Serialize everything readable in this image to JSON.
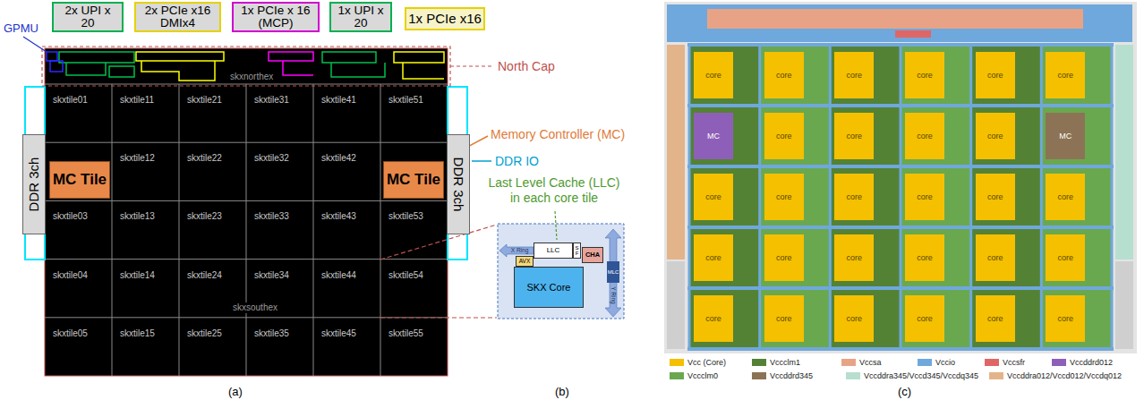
{
  "diagram": {
    "nodes": [
      {
        "text": [
          "2x UPI x 20"
        ]
      },
      {
        "text": [
          "2x PCIe x16 DMIx4"
        ]
      },
      {
        "text": [
          "1x PCIe x 16 (MCP)"
        ]
      },
      {
        "text": [
          "1x UPI x 20"
        ]
      },
      {
        "text": [
          "1x PCIe x16"
        ]
      },
      {
        "text": [
          "skxnorthex",
          "skxsouthex"
        ]
      },
      {
        "text": [
          "skxtile01"
        ],
        "in": 5
      },
      {
        "text": [
          "skxtile11"
        ],
        "in": 5
      },
      {
        "text": [
          "skxtile21"
        ],
        "in": 5
      },
      {
        "text": [
          "skxtile31"
        ],
        "in": 5
      },
      {
        "text": [
          "skxtile41"
        ],
        "in": 5
      },
      {
        "text": [
          "skxtile51"
        ],
        "in": 5
      },
      {
        "text": [
          "MC Tile"
        ],
        "in": 5
      },
      {
        "text": [
          "skxtile12"
        ],
        "in": 5
      },
      {
        "text": [
          "skxtile22"
        ],
        "in": 5
      },
      {
        "text": [
          "skxtile32"
        ],
        "in": 5
      },
      {
        "text": [
          "skxtile42"
        ],
        "in": 5
      },
      {
        "text": [
          "MC Tile"
        ],
        "in": 5
      },
      {
        "text": [
          "skxtile03"
        ],
        "in": 5
      },
      {
        "text": [
          "skxtile13"
        ],
        "in": 5
      },
      {
        "text": [
          "skxtile23"
        ],
        "in": 5
      },
      {
        "text": [
          "skxtile33"
        ],
        "in": 5
      },
      {
        "text": [
          "skxtile43"
        ],
        "in": 5
      },
      {
        "text": [
          "skxtile53"
        ],
        "in": 5
      },
      {
        "text": [
          "skxtile04"
        ],
        "in": 5
      },
      {
        "text": [
          "skxtile14"
        ],
        "in": 5
      },
      {
        "text": [
          "skxtile24"
        ],
        "in": 5
      },
      {
        "text": [
          "skxtile34"
        ],
        "in": 5
      },
      {
        "text": [
          "skxtile44"
        ],
        "in": 5
      },
      {
        "text": [
          "skxtile54"
        ],
        "in": 5
      },
      {
        "text": [
          "skxtile05"
        ],
        "in": 5
      },
      {
        "text": [
          "skxtile15"
        ],
        "in": 5
      },
      {
        "text": [
          "skxtile25"
        ],
        "in": 5
      },
      {
        "text": [
          "skxtile35"
        ],
        "in": 5
      },
      {
        "text": [
          "skxtile45"
        ],
        "in": 5
      },
      {
        "text": [
          "skxtile55"
        ],
        "in": 5
      },
      {
        "text": [
          "DDR 3ch"
        ]
      },
      {
        "text": [
          "DDR 3ch"
        ]
      },
      {
        "text": [
          "X Ring"
        ]
      },
      {
        "text": [
          "LLC"
        ]
      },
      {
        "text": [
          "SF"
        ]
      },
      {
        "text": [
          "CHA"
        ]
      },
      {
        "text": [
          "AVX"
        ]
      },
      {
        "text": [
          "SKX Core"
        ]
      },
      {
        "text": [
          "Y Ring"
        ]
      },
      {
        "text": [
          "MLC"
        ],
        "in": 44
      },
      {
        "text": [
          "core"
        ]
      },
      {
        "text": [
          "core"
        ]
      },
      {
        "text": [
          "core"
        ]
      },
      {
        "text": [
          "core"
        ]
      },
      {
        "text": [
          "core"
        ]
      },
      {
        "text": [
          "core"
        ]
      },
      {
        "text": [
          "MC"
        ]
      },
      {
        "text": [
          "core"
        ]
      },
      {
        "text": [
          "core"
        ]
      },
      {
        "text": [
          "core"
        ]
      },
      {
        "text": [
          "core"
        ]
      },
      {
        "text": [
          "MC"
        ]
      },
      {
        "text": [
          "core"
        ]
      },
      {
        "text": [
          "core"
        ]
      },
      {
        "text": [
          "core"
        ]
      },
      {
        "text": [
          "core"
        ]
      },
      {
        "text": [
          "core"
        ]
      },
      {
        "text": [
          "core"
        ]
      },
      {
        "text": [
          "core"
        ]
      },
      {
        "text": [
          "core"
        ]
      },
      {
        "text": [
          "core"
        ]
      },
      {
        "text": [
          "core"
        ]
      },
      {
        "text": [
          "core"
        ]
      },
      {
        "text": [
          "core"
        ]
      },
      {
        "text": [
          "core"
        ]
      },
      {
        "text": [
          "core"
        ]
      },
      {
        "text": [
          "core"
        ]
      },
      {
        "text": [
          "core"
        ]
      },
      {
        "text": [
          "core"
        ]
      },
      {
        "text": [
          "core"
        ]
      }
    ],
    "labels": [
      "GPMU",
      "North Cap",
      "Memory Controller (MC)",
      "DDR IO",
      "Last Level Cache (LLC) in each core tile",
      "(a)",
      "(b)",
      "(c)"
    ],
    "legend": [
      {
        "text": "Vcc (Core)",
        "color": "#f4c000"
      },
      {
        "text": "Vccclm1",
        "color": "#548235"
      },
      {
        "text": "Vccsa",
        "color": "#e8a387"
      },
      {
        "text": "Vccio",
        "color": "#6fa8dc"
      },
      {
        "text": "Vccsfr",
        "color": "#e06666"
      },
      {
        "text": "Vccddrd012",
        "color": "#8e5fb8"
      },
      {
        "text": "Vccclm0",
        "color": "#6aa84f"
      },
      {
        "text": "Vccddrd345",
        "color": "#8c7355"
      },
      {
        "text": "Vccddra345/Vccd345/Vccdq345",
        "color": "#b7dfd0"
      },
      {
        "text": "Vccddra012/Vccd012/Vccdq012",
        "color": "#e3b48a"
      }
    ]
  }
}
